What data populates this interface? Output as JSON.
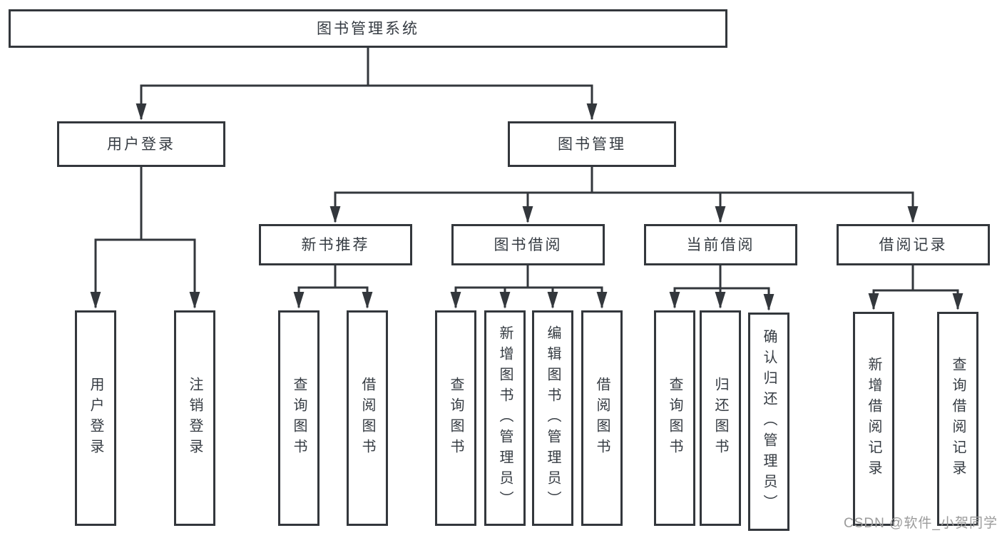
{
  "tree": {
    "label": "图书管理系统",
    "children": [
      {
        "label": "用户登录",
        "children": [
          {
            "label": "用户登录"
          },
          {
            "label": "注销登录"
          }
        ]
      },
      {
        "label": "图书管理",
        "children": [
          {
            "label": "新书推荐",
            "children": [
              {
                "label": "查询图书"
              },
              {
                "label": "借阅图书"
              }
            ]
          },
          {
            "label": "图书借阅",
            "children": [
              {
                "label": "查询图书"
              },
              {
                "label": "新增图书（管理员）"
              },
              {
                "label": "编辑图书（管理员）"
              },
              {
                "label": "借阅图书"
              }
            ]
          },
          {
            "label": "当前借阅",
            "children": [
              {
                "label": "查询图书"
              },
              {
                "label": "归还图书"
              },
              {
                "label": "确认归还（管理员）"
              }
            ]
          },
          {
            "label": "借阅记录",
            "children": [
              {
                "label": "新增借阅记录"
              },
              {
                "label": "查询借阅记录"
              }
            ]
          }
        ]
      }
    ]
  },
  "watermark": "CSDN @软件_小贺同学",
  "colors": {
    "line": "#33373c",
    "box_border": "#33373c",
    "text": "#353b42",
    "background": "#ffffff",
    "watermark": "#9b9b9b"
  }
}
